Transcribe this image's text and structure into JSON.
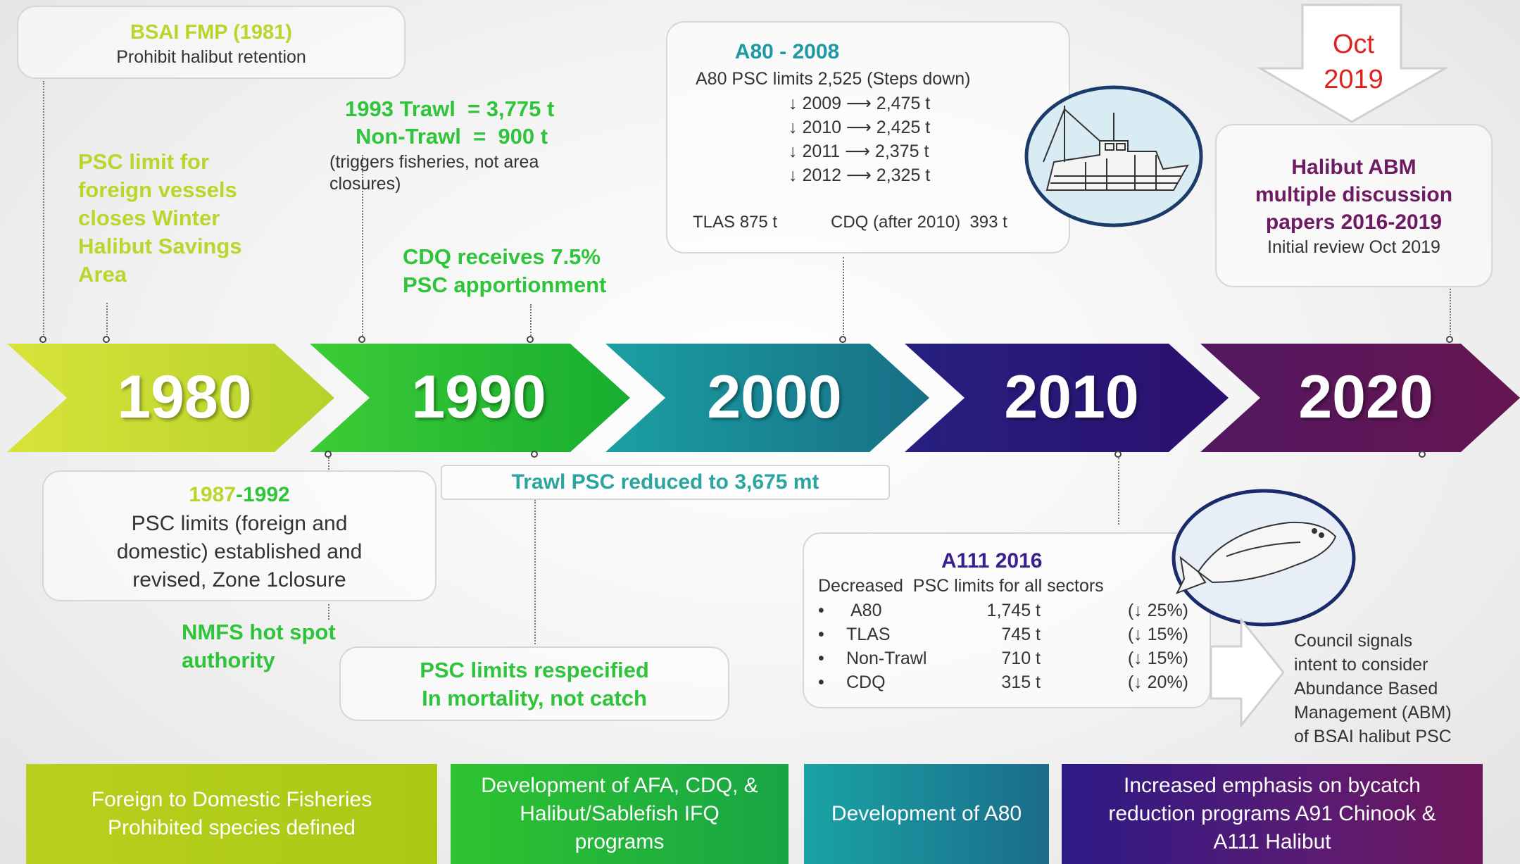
{
  "timeline": {
    "decades": [
      "1980",
      "1990",
      "2000",
      "2010",
      "2020"
    ],
    "colors": [
      "#c3d82b",
      "#1fb832",
      "#19888f",
      "#2a1277",
      "#5c1658"
    ]
  },
  "bsai_fmp": {
    "title": "BSAI FMP (1981)",
    "text": "Prohibit halibut retention"
  },
  "psc_foreign": {
    "text": "PSC limit for\nforeign vessels\ncloses Winter\nHalibut Savings\nArea"
  },
  "trawl_1993": {
    "line1": "1993 Trawl  = 3,775 t",
    "line2": "Non-Trawl  =  900 t",
    "note": "(triggers fisheries, not area\nclosures)"
  },
  "cdq_7_5": {
    "text": "CDQ receives  7.5%\nPSC apportionment"
  },
  "a80_2008": {
    "title": "A80  - 2008",
    "subtitle": "A80 PSC limits 2,525 (Steps down)",
    "steps": [
      "↓ 2009 ⟶ 2,475 t",
      "↓ 2010 ⟶ 2,425 t",
      "↓ 2011 ⟶ 2,375 t",
      "↓ 2012 ⟶ 2,325 t"
    ],
    "tlas": "TLAS 875 t",
    "cdq": "CDQ (after 2010)  393 t"
  },
  "oct_2019": {
    "text": "Oct\n2019"
  },
  "halibut_abm": {
    "title": "Halibut ABM\nmultiple discussion\npapers 2016-2019",
    "subtitle": "Initial review Oct 2019"
  },
  "psc_1987": {
    "title_a": "1987",
    "title_b": "-1992",
    "text": "PSC limits (foreign and\ndomestic) established and\nrevised, Zone 1closure"
  },
  "trawl_reduced": {
    "text": "Trawl  PSC reduced to 3,675 mt"
  },
  "nmfs": {
    "text": "NMFS hot spot\nauthority"
  },
  "respecified": {
    "text": "PSC limits respecified\nIn mortality, not catch"
  },
  "a111": {
    "title": "A111 2016",
    "subtitle": "Decreased  PSC limits for all sectors",
    "rows": [
      {
        "bullet": "•",
        "name": "A80",
        "value": "1,745 t",
        "pct": "(↓ 25%)"
      },
      {
        "bullet": "•",
        "name": "TLAS",
        "value": "745 t",
        "pct": "(↓ 15%)"
      },
      {
        "bullet": "•",
        "name": "Non-Trawl",
        "value": "710 t",
        "pct": "(↓ 15%)"
      },
      {
        "bullet": "•",
        "name": "CDQ",
        "value": "315 t",
        "pct": "(↓ 20%)"
      }
    ]
  },
  "council": {
    "text": "Council signals\nintent to consider\nAbundance Based\nManagement (ABM)\nof BSAI halibut PSC"
  },
  "bands": [
    {
      "text": "Foreign to Domestic Fisheries\nProhibited species defined"
    },
    {
      "text": "Development  of AFA, CDQ, &\nHalibut/Sablefish  IFQ\nprograms"
    },
    {
      "text": "Development  of A80"
    },
    {
      "text": "Increased emphasis on bycatch\nreduction programs A91 Chinook &\nA111 Halibut"
    }
  ],
  "icons": {
    "boat": "fishing-boat-icon",
    "fish": "halibut-fish-icon"
  }
}
